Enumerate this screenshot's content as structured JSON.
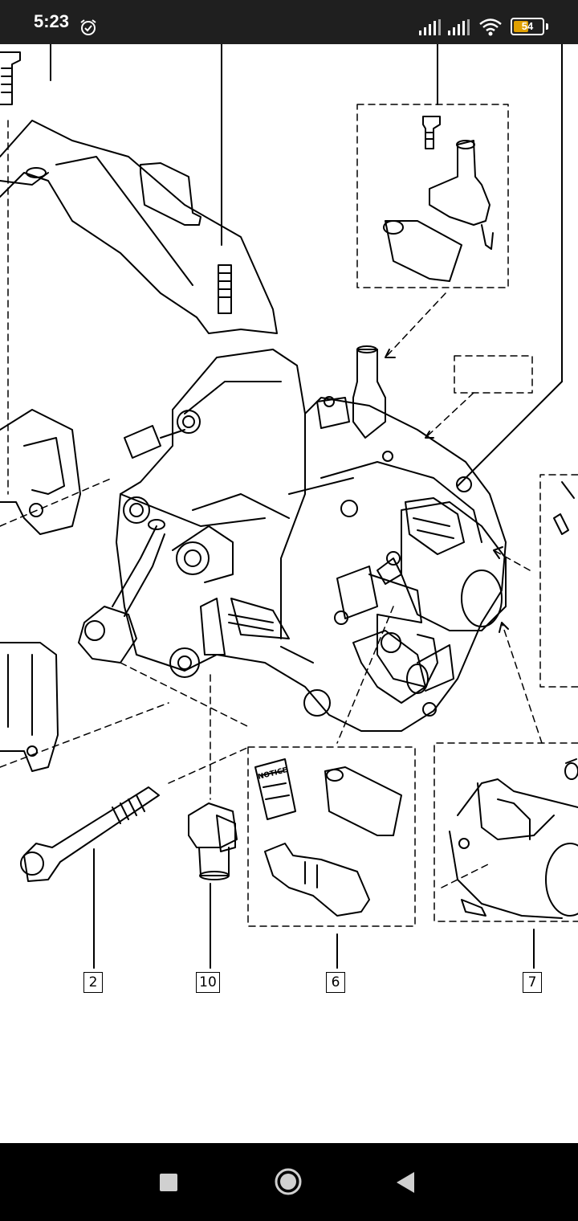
{
  "status_bar": {
    "time": "5:23",
    "battery_level": "54",
    "battery_fraction": 0.54,
    "icons": [
      "alarm-icon",
      "signal-icon",
      "signal-icon",
      "wifi-icon",
      "battery-icon"
    ]
  },
  "diagram": {
    "callouts": [
      {
        "label": "2"
      },
      {
        "label": "10"
      },
      {
        "label": "6"
      },
      {
        "label": "7"
      }
    ],
    "booklet_text": "NOTICE"
  },
  "nav_bar": {
    "icons": [
      "recent-apps-icon",
      "home-icon",
      "back-icon"
    ]
  },
  "colors": {
    "status_bar_bg": "#1f1f1f",
    "nav_bar_bg": "#000000",
    "battery_accent": "#e0a000",
    "line_art": "#000000"
  }
}
